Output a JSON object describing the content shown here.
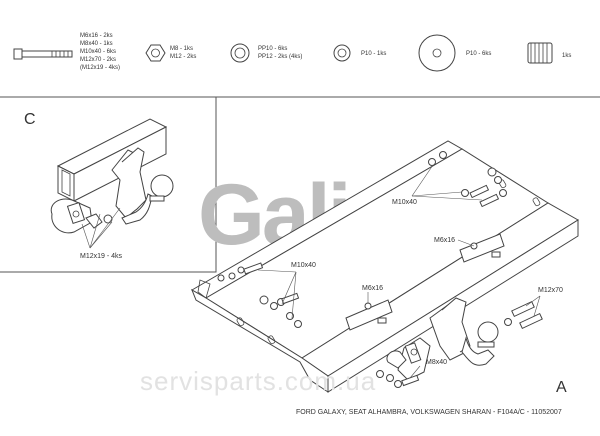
{
  "legend": {
    "bolts": {
      "lines": [
        "M6x16 - 2ks",
        "M8x40 - 1ks",
        "M10x40 - 6ks",
        "M12x70 - 2ks",
        "(M12x19 - 4ks)"
      ]
    },
    "nuts": {
      "lines": [
        "M8 - 1ks",
        "M12 - 2ks"
      ]
    },
    "washer_pp": {
      "lines": [
        "PP10 - 6ks",
        "PP12 - 2ks (4ks)"
      ]
    },
    "washer_p_small": {
      "lines": [
        "P10 - 1ks"
      ]
    },
    "washer_p_large": {
      "lines": [
        "P10 - 6ks"
      ]
    },
    "spring": {
      "lines": [
        "1ks"
      ]
    }
  },
  "detail": {
    "letter": "C",
    "label_m12x19": "M12x19 - 4ks"
  },
  "main": {
    "letter": "A",
    "label_m10x40_top": "M10x40",
    "label_m10x40_left": "M10x40",
    "label_m6x16_right": "M6x16",
    "label_m6x16_mid": "M6x16",
    "label_m12x70": "M12x70",
    "label_m8x40": "M8x40",
    "logo": "Galia",
    "logo_mark": "®"
  },
  "footer": {
    "caption": "FORD GALAXY, SEAT ALHAMBRA, VOLKSWAGEN SHARAN  - F104A/C - 11052007"
  },
  "watermark": "servisparts.com.ua"
}
